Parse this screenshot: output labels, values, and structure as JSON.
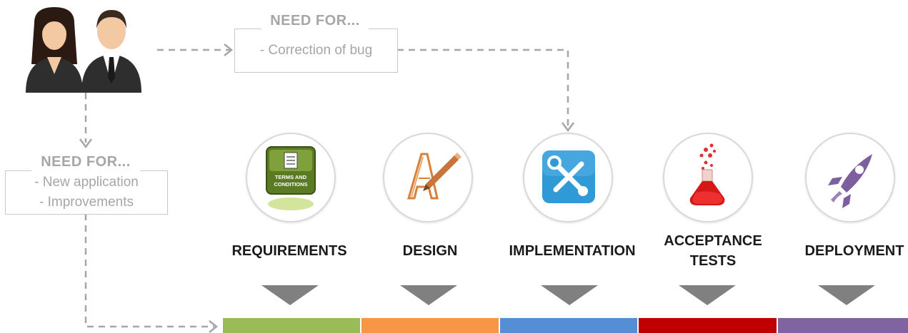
{
  "stakeholders": {
    "icon": "business-people-icon"
  },
  "top_need": {
    "title": "NEED FOR...",
    "items": [
      "- Correction of bug"
    ]
  },
  "left_need": {
    "title": "NEED FOR...",
    "items": [
      "- New application",
      "- Improvements"
    ]
  },
  "stages": [
    {
      "label": "REQUIREMENTS",
      "icon": "terms-and-conditions-icon",
      "icon_text_1": "TERMS AND",
      "icon_text_2": "CONDITIONS",
      "color": "#9bbb59"
    },
    {
      "label": "DESIGN",
      "icon": "design-pencil-icon",
      "color": "#f79646"
    },
    {
      "label": "IMPLEMENTATION",
      "icon": "tools-icon",
      "color": "#558ed5"
    },
    {
      "label": "ACCEPTANCE\nTESTS",
      "icon": "flask-icon",
      "color": "#c00000"
    },
    {
      "label": "DEPLOYMENT",
      "icon": "rocket-icon",
      "color": "#8064a2"
    }
  ],
  "colors": {
    "connector": "#a6a6a6",
    "triangle": "#808080"
  }
}
